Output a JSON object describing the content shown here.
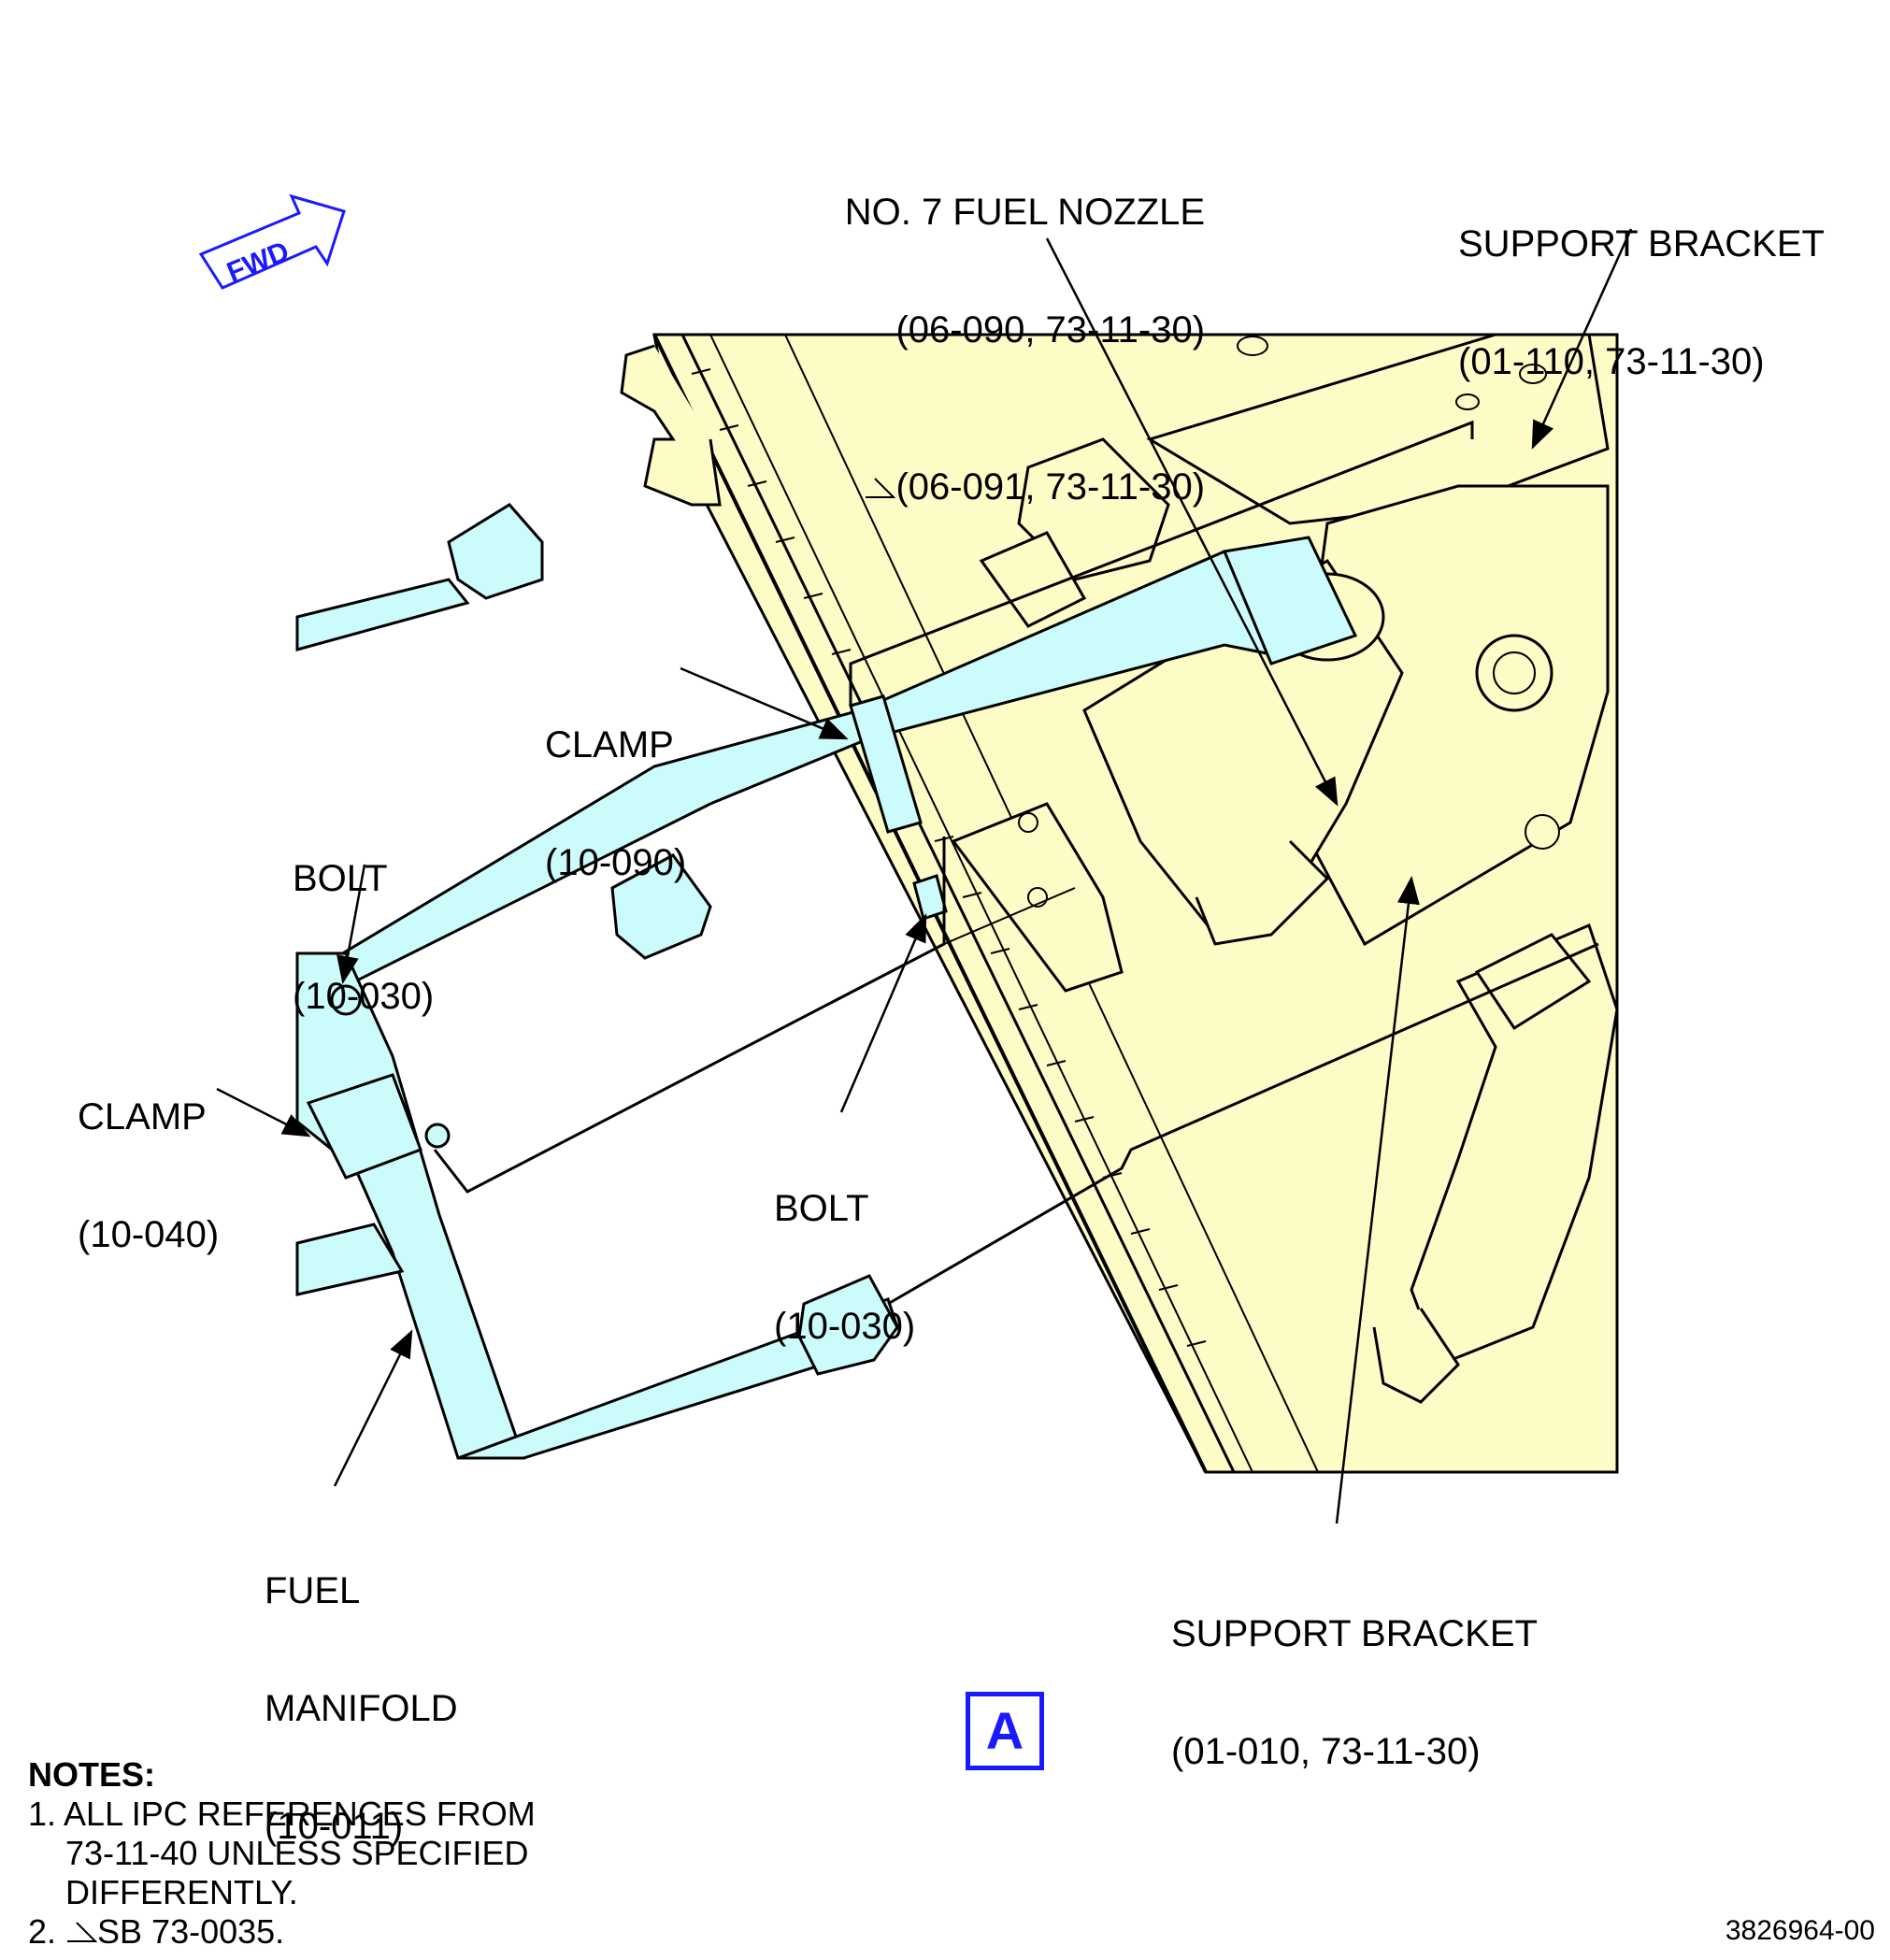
{
  "fwd_label": "FWD",
  "view_label": "A",
  "callouts": {
    "nozzle": {
      "line1": "NO. 7 FUEL NOZZLE",
      "line2": "(06-090, 73-11-30)",
      "line3": "(06-091, 73-11-30)"
    },
    "support_bracket_top": {
      "line1": "SUPPORT BRACKET",
      "line2": "(01-110, 73-11-30)"
    },
    "clamp_upper": {
      "line1": "CLAMP",
      "line2": "(10-090)"
    },
    "bolt_left": {
      "line1": "BOLT",
      "line2": "(10-030)"
    },
    "clamp_left": {
      "line1": "CLAMP",
      "line2": "(10-040)"
    },
    "bolt_center": {
      "line1": "BOLT",
      "line2": "(10-030)"
    },
    "fuel_manifold": {
      "line1": "FUEL",
      "line2": "MANIFOLD",
      "line3": "(10-011)"
    },
    "support_bracket_bottom": {
      "line1": "SUPPORT BRACKET",
      "line2": "(01-010, 73-11-30)"
    }
  },
  "notes": {
    "heading": "NOTES:",
    "n1_line1": "1. ALL IPC REFERENCES FROM",
    "n1_line2": "73-11-40 UNLESS SPECIFIED",
    "n1_line3": "DIFFERENTLY.",
    "n2": "SB 73-0035.",
    "n2_prefix": "2. "
  },
  "document_number": "3826964-00",
  "colors": {
    "engine_fill": "#fdfbc6",
    "tube_fill": "#ccfbfb",
    "accent_blue": "#1a1aff"
  }
}
